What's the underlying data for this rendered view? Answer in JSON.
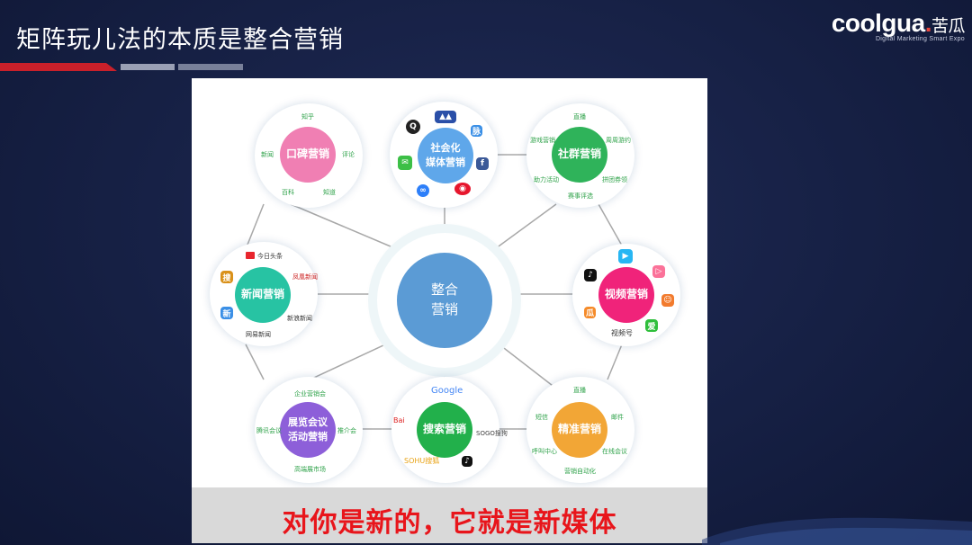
{
  "title": "矩阵玩儿法的本质是整合营销",
  "brand": {
    "name": "coolgua",
    "dot": ".",
    "cn": "苦瓜",
    "sub": "Digital Marketing Smart Expo"
  },
  "center": {
    "line1": "整合",
    "line2": "营销"
  },
  "nodes": {
    "word_of_mouth": {
      "label": "口碑营销",
      "color": "#f07fb3",
      "tags": {
        "top": "知乎",
        "left": "新闻",
        "right": "评论",
        "bottom_left": "百科",
        "bottom_right": "知道"
      }
    },
    "social_media": {
      "line1": "社会化",
      "line2": "媒体营销",
      "color": "#5fa7ea"
    },
    "community": {
      "label": "社群营销",
      "color": "#2fb35a",
      "tags": {
        "top": "直播",
        "left": "游戏营销",
        "right": "周周游约",
        "bottom_left": "助力活动",
        "bottom_right": "拼团券领",
        "bottom": "赛事评选"
      }
    },
    "news": {
      "label": "新闻营销",
      "color": "#27c3a3",
      "tags": {
        "toutiao": "今日头条",
        "ifeng": "凤凰新闻",
        "sina": "新浪新闻",
        "netease": "网易新闻"
      }
    },
    "video": {
      "label": "视频营销",
      "color": "#f0237a",
      "tags": {
        "channels": "视频号"
      }
    },
    "expo": {
      "line1": "展览会议",
      "line2": "活动营销",
      "color": "#8d5fd9",
      "tags": {
        "top": "企业营销会",
        "left": "腾讯会议",
        "right": "推介会",
        "bottom": "高端展市场"
      }
    },
    "search": {
      "label": "搜索营销",
      "color": "#22b04b",
      "tags": {
        "google": "Google",
        "baidu": "Bai",
        "sogou": "SOGO搜狗",
        "sohu": "SOHU搜狐"
      }
    },
    "precision": {
      "label": "精准营销",
      "color": "#f2a636",
      "tags": {
        "top": "直播",
        "left": "短信",
        "right": "邮件",
        "mid_left": "呼叫中心",
        "mid_right": "在线会议",
        "bottom": "营销自动化"
      }
    }
  },
  "banner": {
    "text": "对你是新的，它就是新媒体"
  },
  "colors": {
    "background": "#162044",
    "accent_red": "#c9202a",
    "banner_text": "#e8151b",
    "center": "#5b9bd5",
    "line": "#a8a8a8"
  }
}
